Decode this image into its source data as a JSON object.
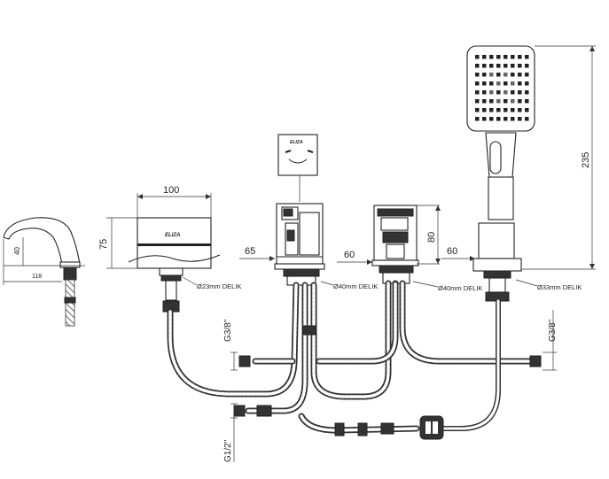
{
  "dimensions": {
    "spout_height": "40",
    "spout_length": "118",
    "mixer_width": "100",
    "mixer_height": "75",
    "valve_offset_left": "65",
    "valve_offset_mid": "60",
    "diverter_height": "80",
    "shower_offset": "60",
    "shower_height": "235"
  },
  "hole_labels": {
    "spout_hole": "Ø23mm DELIK",
    "valve_hole": "Ø40mm DELIK",
    "diverter_hole": "Ø40mm DELIK",
    "shower_hole": "Ø33mm DELIK"
  },
  "thread_labels": {
    "left_upper": "G3/8''",
    "left_lower": "G1/2''",
    "right_upper": "G3/8''"
  },
  "brand_marks": {
    "mixer_logo": "ELIZA",
    "top_view_logo": "ELIZA"
  }
}
